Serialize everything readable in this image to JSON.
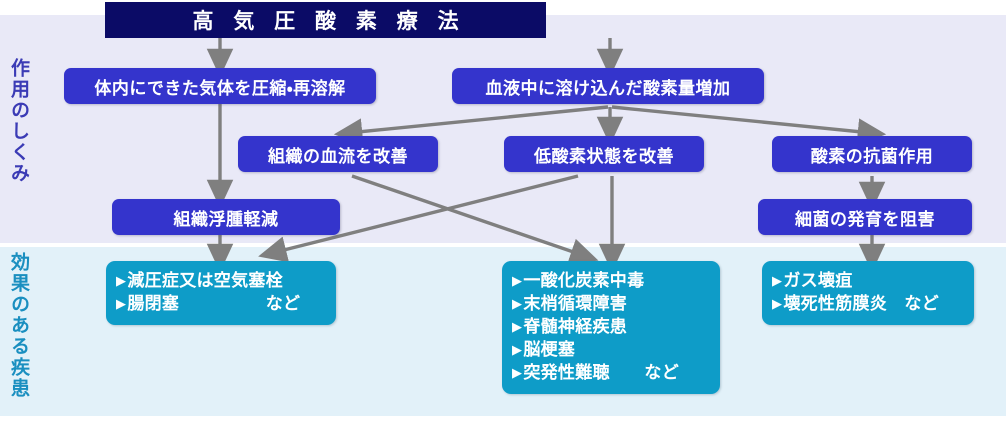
{
  "title": "高 気 圧 酸 素 療 法",
  "colors": {
    "title_bar": "#0b0b66",
    "mechanism_box": "#3434cc",
    "disease_box": "#0e9cc8",
    "band_mechanism": "#e9e9f7",
    "band_diseases": "#e2f1f9",
    "arrow": "#7f7f7f",
    "label_mechanism": "#3b3bb5",
    "label_diseases": "#1a8fc0"
  },
  "sections": {
    "mechanism_label": "作用のしくみ",
    "diseases_label": "効果のある疾患"
  },
  "mechanism_boxes": [
    {
      "id": "compress",
      "label": "体内にできた気体を圧縮・再溶解"
    },
    {
      "id": "oxygen-blood",
      "label": "血液中に溶け込んだ酸素量増加"
    },
    {
      "id": "tissue-flow",
      "label": "組織の血流を改善"
    },
    {
      "id": "hypoxia",
      "label": "低酸素状態を改善"
    },
    {
      "id": "antibacterial",
      "label": "酸素の抗菌作用"
    },
    {
      "id": "edema",
      "label": "組織浮腫軽減"
    },
    {
      "id": "inhibit-growth",
      "label": "細菌の発育を阻害"
    }
  ],
  "disease_boxes": [
    {
      "id": "left",
      "items": [
        "減圧症又は空気塞栓",
        "腸閉塞　　　　　など"
      ]
    },
    {
      "id": "center",
      "items": [
        "一酸化炭素中毒",
        "末梢循環障害",
        "脊髄神経疾患",
        "脳梗塞",
        "突発性難聴　　など"
      ]
    },
    {
      "id": "right",
      "items": [
        "ガス壊疽",
        "壊死性筋膜炎　など"
      ]
    }
  ],
  "bullet_glyph": "▶"
}
